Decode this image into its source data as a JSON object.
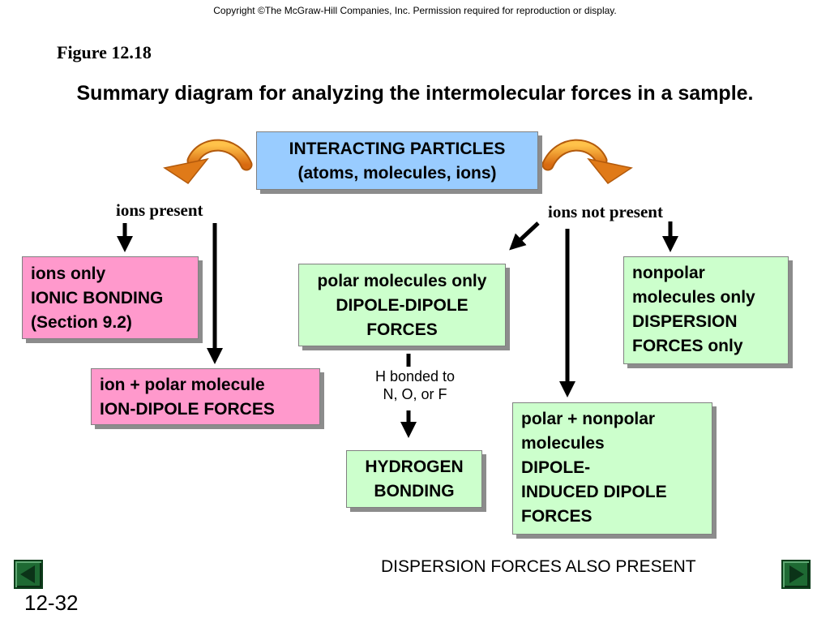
{
  "header": {
    "copyright": "Copyright ©The McGraw-Hill Companies, Inc.  Permission required for reproduction or display.",
    "figure_label": "Figure 12.18",
    "title": "Summary diagram for analyzing the intermolecular forces in a sample."
  },
  "diagram": {
    "root": {
      "line1": "INTERACTING PARTICLES",
      "line2": "(atoms, molecules, ions)"
    },
    "branches": {
      "ions_present": "ions present",
      "ions_not_present": "ions not present"
    },
    "ions_only": {
      "line1": "ions only",
      "line2": "IONIC BONDING",
      "line3": "(Section 9.2)"
    },
    "ion_polar": {
      "line1": "ion + polar molecule",
      "line2": "ION-DIPOLE FORCES"
    },
    "polar_only": {
      "line1": "polar molecules only",
      "line2": "DIPOLE-DIPOLE",
      "line3": "FORCES"
    },
    "h_bond_condition": {
      "line1": "H bonded to",
      "line2": "N, O, or F"
    },
    "hydrogen_bonding": {
      "line1": "HYDROGEN",
      "line2": "BONDING"
    },
    "nonpolar_only": {
      "line1": "nonpolar",
      "line2": "molecules only",
      "line3": "DISPERSION",
      "line4": "FORCES only"
    },
    "polar_nonpolar": {
      "line1": "polar + nonpolar",
      "line2": "molecules",
      "line3": "DIPOLE-",
      "line4": "INDUCED DIPOLE",
      "line5": "FORCES"
    }
  },
  "footer": {
    "note": "DISPERSION FORCES ALSO PRESENT",
    "slide_number": "12-32",
    "prev_icon": "triangle-left-icon",
    "next_icon": "triangle-right-icon"
  },
  "colors": {
    "root_box": "#99ccff",
    "ionic_boxes": "#ff99cc",
    "molecular_boxes": "#ccffcc",
    "curved_arrows": "#f28c1e",
    "nav_buttons": "#1e6a33"
  }
}
